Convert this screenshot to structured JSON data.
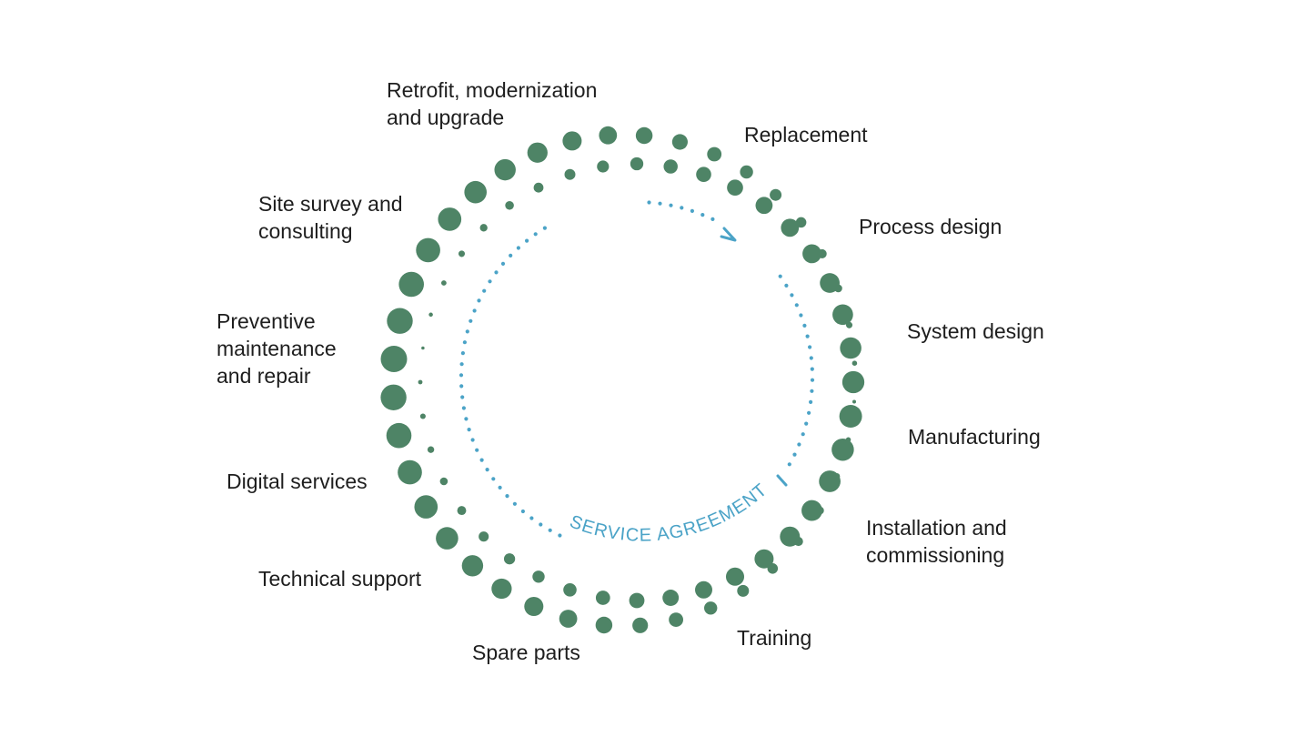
{
  "colors": {
    "dot_green": "#4e8466",
    "service_blue": "#4ba3c7",
    "label_text": "#1e1e1e",
    "background": "#ffffff"
  },
  "center_label": "SERVICE AGREEMENT",
  "stages": [
    {
      "lines": [
        "Retrofit, modernization",
        "and upgrade"
      ]
    },
    {
      "lines": [
        "Replacement"
      ]
    },
    {
      "lines": [
        "Process design"
      ]
    },
    {
      "lines": [
        "System design"
      ]
    },
    {
      "lines": [
        "Manufacturing"
      ]
    },
    {
      "lines": [
        "Installation and",
        "commissioning"
      ]
    },
    {
      "lines": [
        "Training"
      ]
    },
    {
      "lines": [
        "Spare parts"
      ]
    },
    {
      "lines": [
        "Technical support"
      ]
    },
    {
      "lines": [
        "Digital services"
      ]
    },
    {
      "lines": [
        "Preventive",
        "maintenance",
        "and repair"
      ]
    },
    {
      "lines": [
        "Site survey and",
        "consulting"
      ]
    }
  ]
}
